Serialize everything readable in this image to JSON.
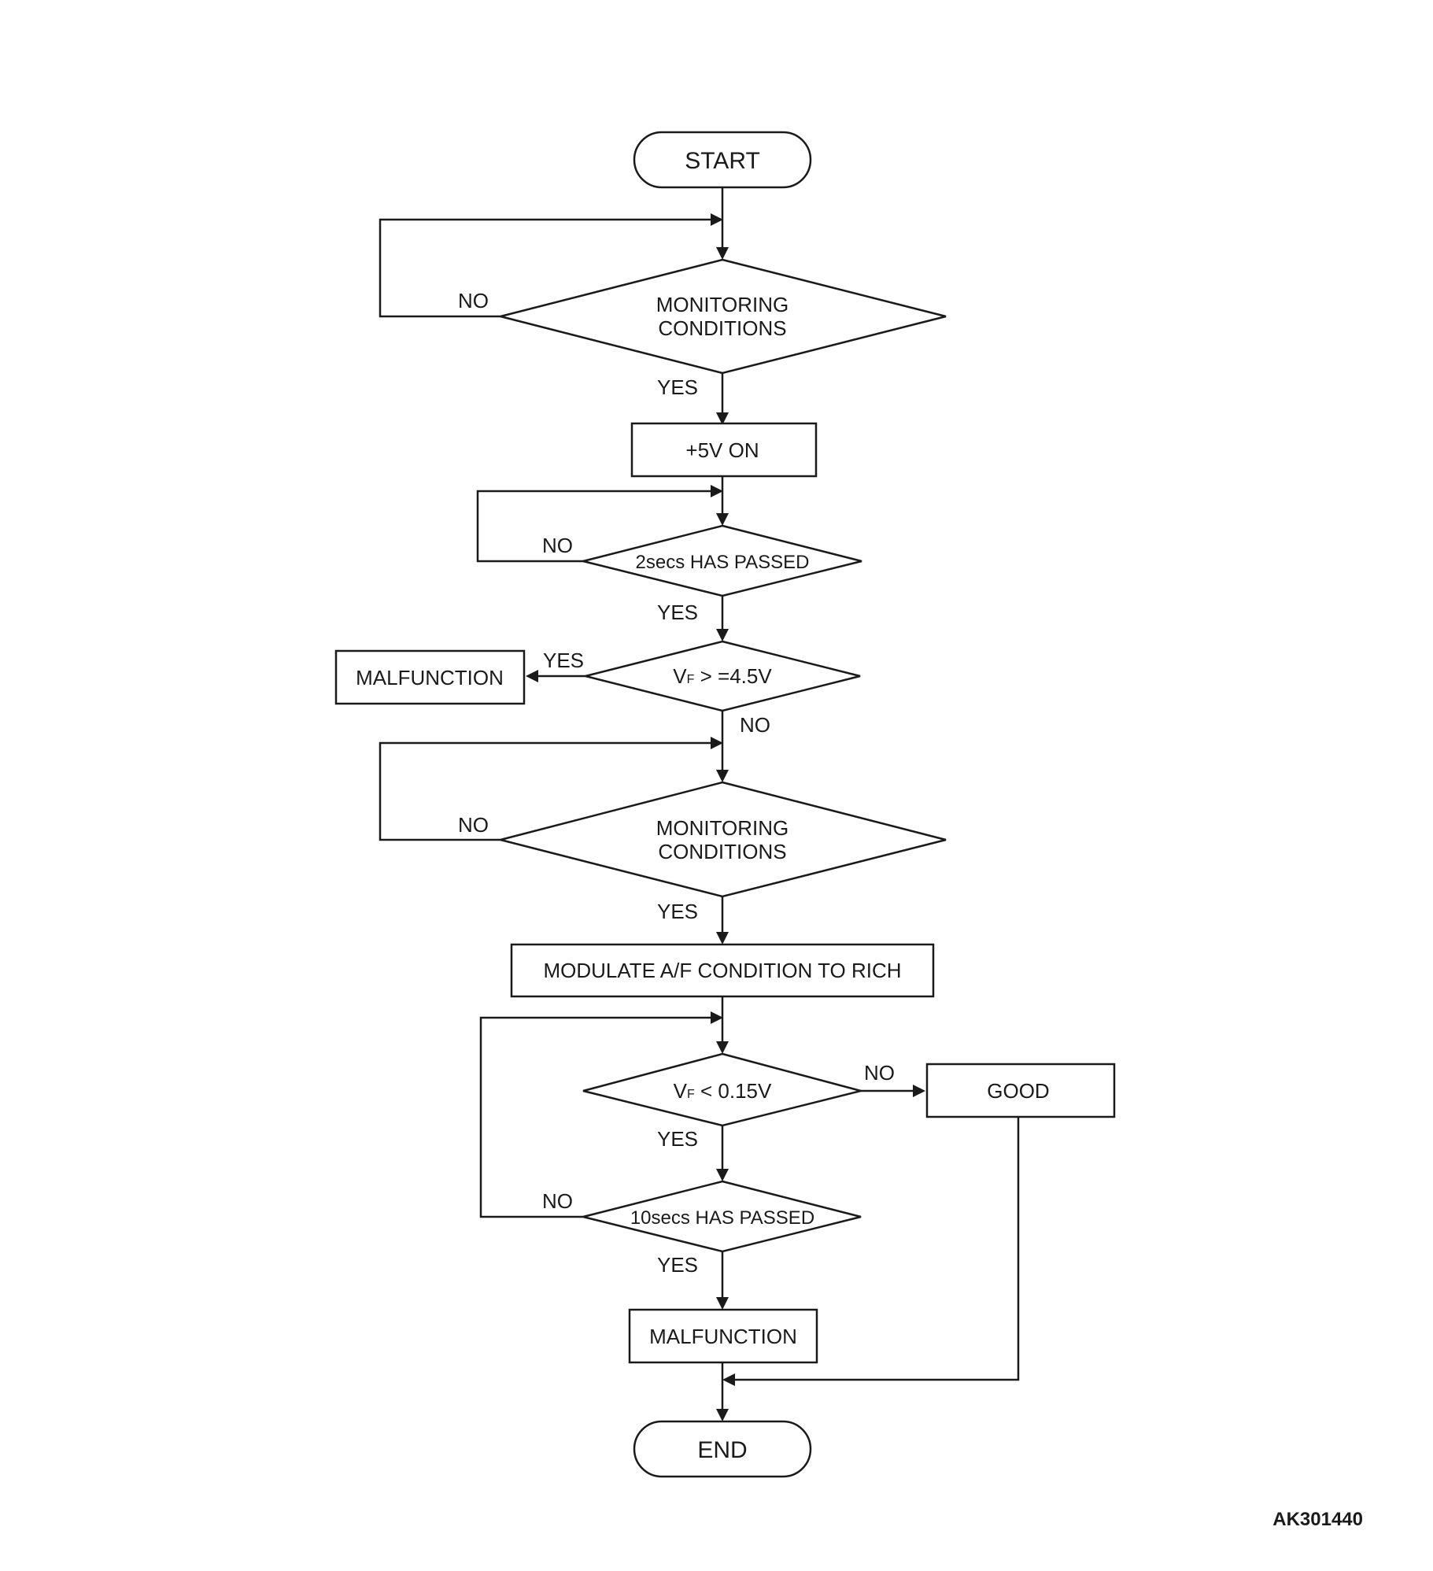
{
  "nodes": {
    "start": "START",
    "monitoring_1_line1": "MONITORING",
    "monitoring_1_line2": "CONDITIONS",
    "plus5v_on": "+5V ON",
    "wait_2secs": "2secs HAS PASSED",
    "malfunction_left": "MALFUNCTION",
    "vf_high_main": "V",
    "vf_high_sub": "F",
    "vf_high_rest": " > =4.5V",
    "monitoring_2_line1": "MONITORING",
    "monitoring_2_line2": "CONDITIONS",
    "modulate": "MODULATE A/F CONDITION TO RICH",
    "vf_low_main": "V",
    "vf_low_sub": "F",
    "vf_low_rest": " < 0.15V",
    "good": "GOOD",
    "wait_10secs": "10secs HAS PASSED",
    "malfunction_bottom": "MALFUNCTION",
    "end": "END"
  },
  "edge_labels": {
    "monitoring_1_no": "NO",
    "monitoring_1_yes": "YES",
    "wait_2secs_no": "NO",
    "wait_2secs_yes": "YES",
    "vf_high_yes": "YES",
    "vf_high_no": "NO",
    "monitoring_2_no": "NO",
    "monitoring_2_yes": "YES",
    "vf_low_no": "NO",
    "vf_low_yes": "YES",
    "wait_10secs_no": "NO",
    "wait_10secs_yes": "YES"
  },
  "reference_code": "AK301440"
}
